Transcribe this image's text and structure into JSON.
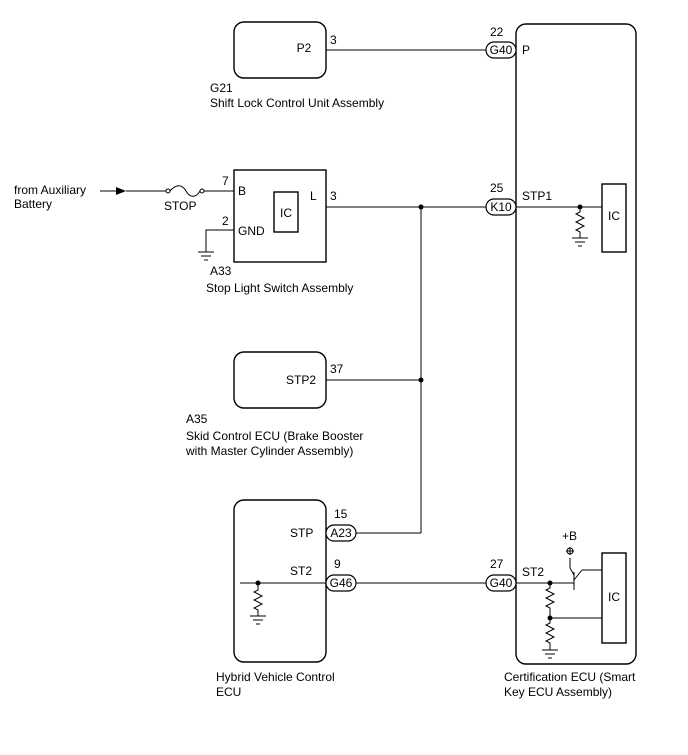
{
  "components": {
    "shift_lock": {
      "id": "G21",
      "name": "Shift Lock Control Unit Assembly",
      "pin_label": "P2",
      "pin_num": "3"
    },
    "stop_light": {
      "id": "A33",
      "name": "Stop Light Switch Assembly",
      "pin_b": "B",
      "pin_b_num": "7",
      "pin_gnd": "GND",
      "pin_gnd_num": "2",
      "pin_l": "L",
      "pin_l_num": "3",
      "ic": "IC"
    },
    "skid": {
      "id": "A35",
      "name_line1": "Skid Control ECU (Brake Booster",
      "name_line2": "with Master Cylinder Assembly)",
      "pin_label": "STP2",
      "pin_num": "37"
    },
    "hybrid": {
      "name_line1": "Hybrid Vehicle Control",
      "name_line2": "ECU",
      "pin_stp": "STP",
      "pin_stp_num": "15",
      "pin_st2": "ST2",
      "pin_st2_num": "9"
    },
    "cert": {
      "name_line1": "Certification ECU (Smart",
      "name_line2": "Key ECU Assembly)",
      "pin_p": "P",
      "pin_p_num": "22",
      "pin_stp1": "STP1",
      "pin_stp1_num": "25",
      "pin_st2": "ST2",
      "pin_st2_num": "27",
      "ic": "IC",
      "plus_b": "+B"
    }
  },
  "connectors": {
    "g40": "G40",
    "k10": "K10",
    "a23": "A23",
    "g46": "G46"
  },
  "source": {
    "line1": "from Auxiliary",
    "line2": "Battery",
    "fuse": "STOP"
  }
}
